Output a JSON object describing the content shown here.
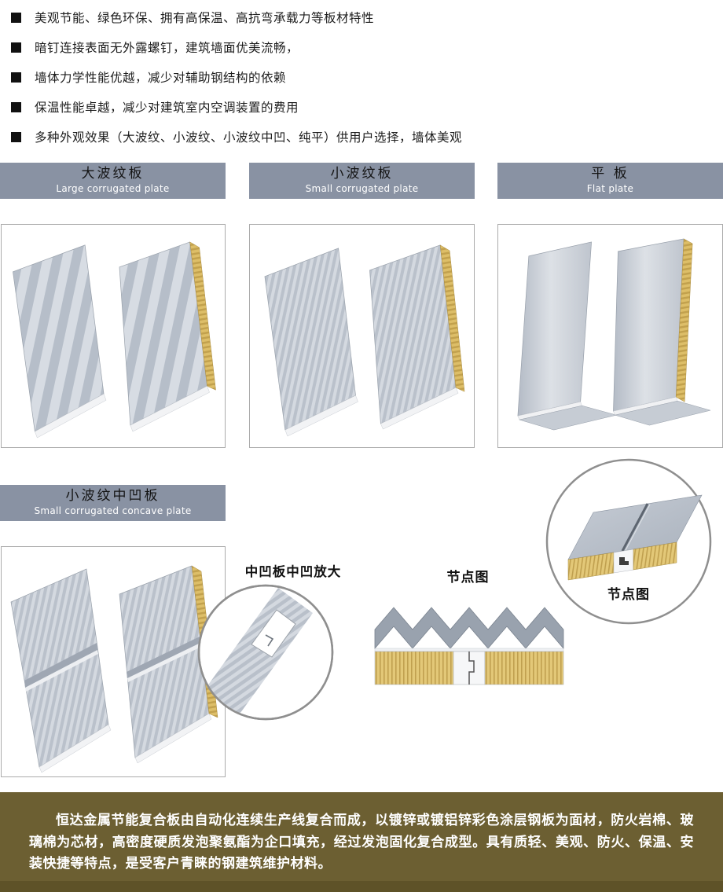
{
  "bullets": {
    "items": [
      {
        "text": "美观节能、绿色环保、拥有高保温、高抗弯承载力等板材特性"
      },
      {
        "text": "暗钉连接表面无外露螺钉，建筑墙面优美流畅，"
      },
      {
        "text": "墙体力学性能优越，减少对辅助钢结构的依赖"
      },
      {
        "text": "保温性能卓越，减少对建筑室内空调装置的费用"
      },
      {
        "text": "多种外观效果（大波纹、小波纹、小波纹中凹、纯平）供用户选择，墙体美观"
      }
    ]
  },
  "sections": {
    "large": {
      "title_cn": "大波纹板",
      "title_en": "Large corrugated plate"
    },
    "small": {
      "title_cn": "小波纹板",
      "title_en": "Small corrugated plate"
    },
    "flat": {
      "title_cn": "平 板",
      "title_en": "Flat plate"
    },
    "concave": {
      "title_cn": "小波纹中凹板",
      "title_en": "Small corrugated concave plate"
    }
  },
  "labels": {
    "concave_zoom": "中凹板中凹放大",
    "node_center": "节点图",
    "node_right": "节点图"
  },
  "footer": {
    "text": "恒达金属节能复合板由自动化连续生产线复合而成，以镀锌或镀铝锌彩色涂层钢板为面材，防火岩棉、玻璃棉为芯材，高密度硬质发泡聚氨酯为企口填充，经过发泡固化复合成型。具有质轻、美观、防火、保温、安装快捷等特点，是受客户青睐的钢建筑维护材料。"
  },
  "colors": {
    "header_bar": "#8992a3",
    "footer_bg": "#6c5f32",
    "panel_light": "#d7dce3",
    "panel_dark": "#b6bec9",
    "core_yellow": "#ddbe68"
  }
}
